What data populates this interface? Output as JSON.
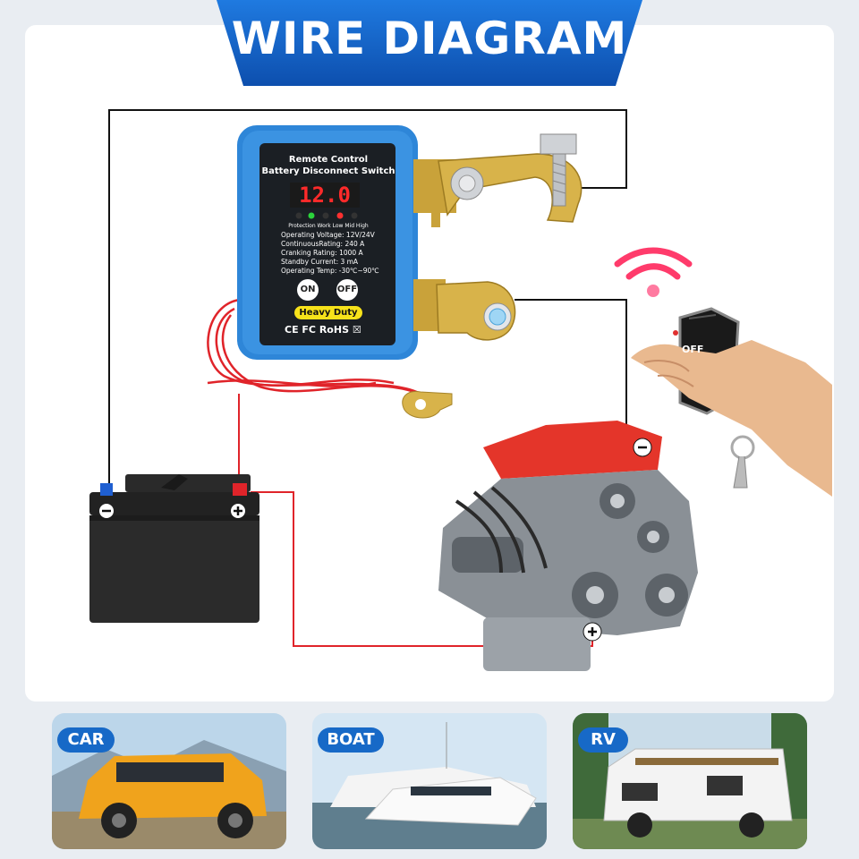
{
  "header": {
    "title": "WIRE DIAGRAM"
  },
  "colors": {
    "accent": "#1769c7",
    "device_blue": "#2e86d8",
    "wire_red": "#e0242a",
    "wire_black": "#111111",
    "brass": "#d8b34a"
  },
  "device": {
    "title_line1": "Remote Control",
    "title_line2": "Battery Disconnect Switch",
    "display": "12.0",
    "led_labels": "Protection Work Low Mid High",
    "specs": [
      "Operating Voltage: 12V/24V",
      "ContinuousRating: 240 A",
      "Cranking Rating: 1000 A",
      "Standby Current: 3 mA",
      "Operating Temp: -30℃~90℃"
    ],
    "on_label": "ON",
    "off_label": "OFF",
    "heavy_duty": "Heavy Duty",
    "certifications": "CE FC RoHS ☒"
  },
  "remote": {
    "off_label": "OFF"
  },
  "terminals": {
    "negative": "−",
    "positive": "+"
  },
  "applications": [
    {
      "label": "CAR"
    },
    {
      "label": "BOAT"
    },
    {
      "label": "RV"
    }
  ]
}
